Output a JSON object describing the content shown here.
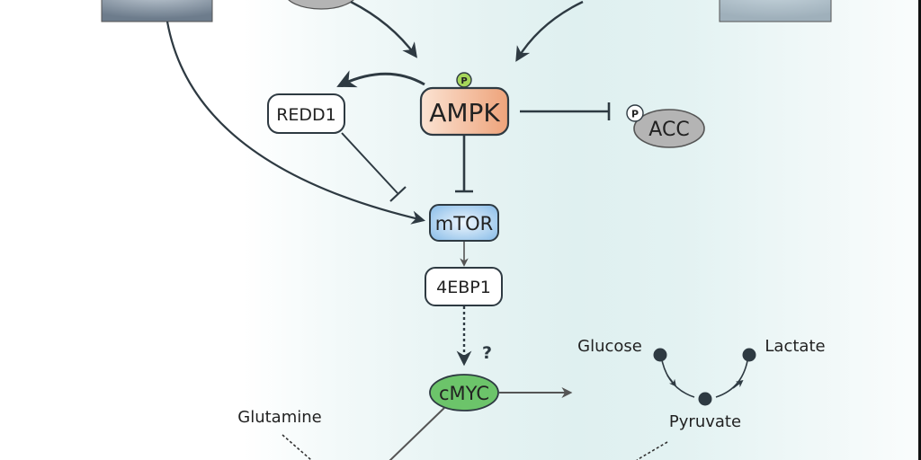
{
  "nodes": {
    "ampk": {
      "label": "AMPK",
      "phospho": "P"
    },
    "redd1": {
      "label": "REDD1"
    },
    "acc": {
      "label": "ACC",
      "phospho": "P"
    },
    "mtor": {
      "label": "mTOR"
    },
    "ebp1": {
      "label": "4EBP1"
    },
    "cmyc": {
      "label": "cMYC"
    }
  },
  "annotations": {
    "question": "?"
  },
  "metabolites": {
    "glucose": "Glucose",
    "lactate": "Lactate",
    "pyruvate": "Pyruvate",
    "glutamine": "Glutamine"
  },
  "colors": {
    "ampk_fill_start": "#fbe3d3",
    "ampk_fill_end": "#eea37a",
    "mtor_fill_light": "#e6f2fc",
    "mtor_fill_dark": "#8fc1ea",
    "cmyc_fill": "#6cc46a",
    "acc_fill": "#b4b4b4",
    "phospho_green": "#a6d65a",
    "line": "#2e3a42"
  }
}
